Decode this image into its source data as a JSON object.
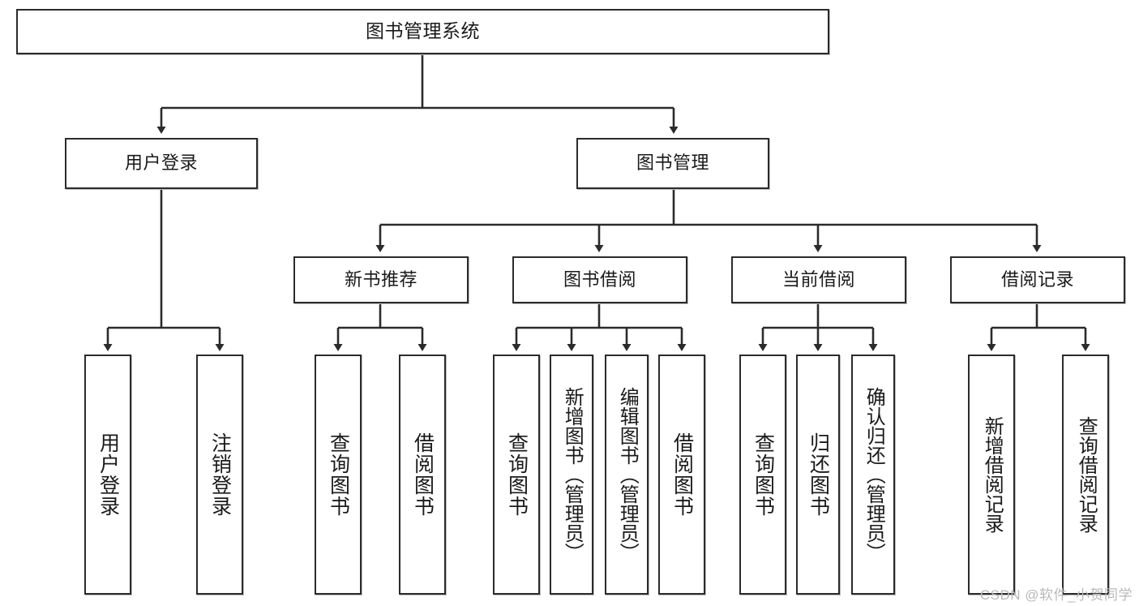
{
  "diagram": {
    "title": "图书管理系统",
    "type": "tree-hierarchy",
    "watermark": "CSDN @软件_小贺同学",
    "line_color": "#2b2b2b",
    "box_fill": "#ffffff",
    "text_color": "#1a1a1a",
    "nodes": {
      "root": {
        "label": "图书管理系统"
      },
      "level2": [
        {
          "label": "用户登录"
        },
        {
          "label": "图书管理"
        }
      ],
      "level3": [
        {
          "label": "新书推荐"
        },
        {
          "label": "图书借阅"
        },
        {
          "label": "当前借阅"
        },
        {
          "label": "借阅记录"
        }
      ],
      "leaves": {
        "user_login": [
          {
            "label": "用户登录"
          },
          {
            "label": "注销登录"
          }
        ],
        "new_book_recommend": [
          {
            "label": "查询图书"
          },
          {
            "label": "借阅图书"
          }
        ],
        "book_borrow": [
          {
            "label": "查询图书"
          },
          {
            "label": "新增图书（管理员）"
          },
          {
            "label": "编辑图书（管理员）"
          },
          {
            "label": "借阅图书"
          }
        ],
        "current_borrow": [
          {
            "label": "查询图书"
          },
          {
            "label": "归还图书"
          },
          {
            "label": "确认归还（管理员）"
          }
        ],
        "borrow_record": [
          {
            "label": "新增借阅记录"
          },
          {
            "label": "查询借阅记录"
          }
        ]
      }
    }
  }
}
